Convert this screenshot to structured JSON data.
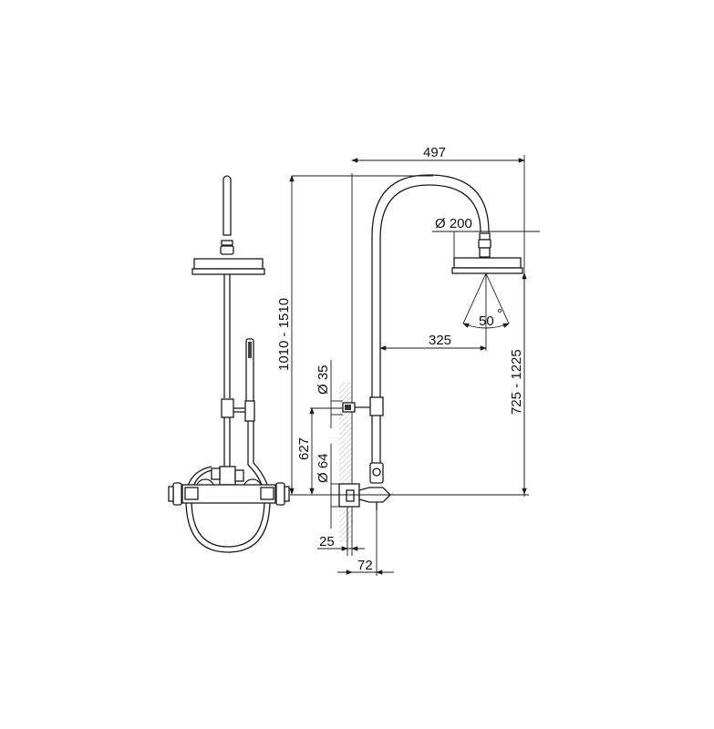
{
  "diagram": {
    "title": "Thermostatic shower column technical drawing",
    "views": [
      "side-view",
      "front-view"
    ],
    "dimensions": {
      "overall_width": "497",
      "head_diameter": "Ø 200",
      "spray_angle": "50",
      "spray_angle_unit": "°",
      "arm_reach": "325",
      "height_range": "1010 - 1510",
      "head_height_range": "725 - 1225",
      "wall_bracket_diameter": "Ø 35",
      "mixer_height": "627",
      "inlet_diameter": "Ø 64",
      "wall_offset": "25",
      "mixer_depth": "72"
    },
    "colors": {
      "line": "#1a1a1a",
      "background": "#ffffff",
      "wall_hatch": "#cfcfcf"
    }
  }
}
